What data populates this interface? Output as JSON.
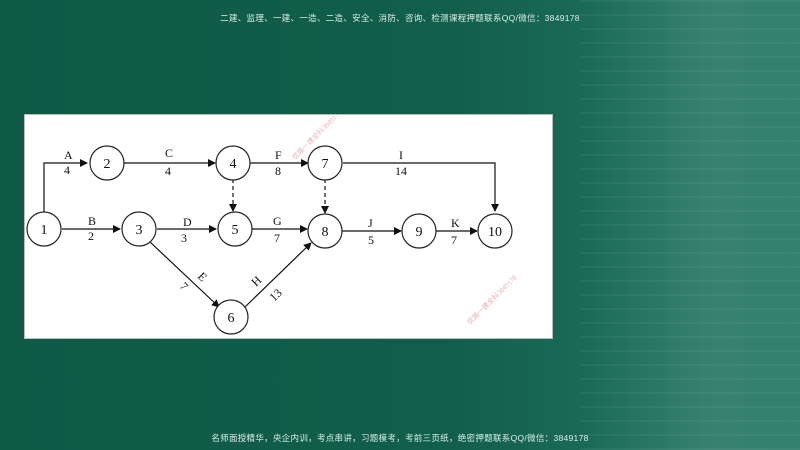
{
  "header": {
    "banner": "二建、监理、一建、一造、二造、安全、消防、咨询、检测课程押题联系QQ/微信：3849178"
  },
  "footer": {
    "banner": "名师面授精华，央企内训，考点串讲，习题模考，考前三页纸，绝密押题联系QQ/微信：3849178"
  },
  "network": {
    "nodes": [
      "1",
      "2",
      "3",
      "4",
      "5",
      "6",
      "7",
      "8",
      "9",
      "10"
    ],
    "activities": [
      {
        "id": "A",
        "from": "1",
        "to": "2",
        "duration": "4"
      },
      {
        "id": "B",
        "from": "1",
        "to": "3",
        "duration": "2"
      },
      {
        "id": "C",
        "from": "2",
        "to": "4",
        "duration": "4"
      },
      {
        "id": "D",
        "from": "3",
        "to": "5",
        "duration": "3"
      },
      {
        "id": "E",
        "from": "3",
        "to": "6",
        "duration": "7"
      },
      {
        "id": "F",
        "from": "4",
        "to": "7",
        "duration": "8"
      },
      {
        "id": "G",
        "from": "5",
        "to": "8",
        "duration": "7"
      },
      {
        "id": "H",
        "from": "6",
        "to": "8",
        "duration": "13"
      },
      {
        "id": "I",
        "from": "7",
        "to": "10",
        "duration": "14"
      },
      {
        "id": "J",
        "from": "8",
        "to": "9",
        "duration": "5"
      },
      {
        "id": "K",
        "from": "9",
        "to": "10",
        "duration": "7"
      }
    ],
    "dummies": [
      {
        "from": "4",
        "to": "5"
      },
      {
        "from": "7",
        "to": "8"
      }
    ]
  },
  "watermarks": [
    "优路一建全科3849178",
    "优路一建全科3849178"
  ],
  "colors": {
    "background": "#115e4a",
    "panel": "#ffffff",
    "ink": "#111111"
  }
}
